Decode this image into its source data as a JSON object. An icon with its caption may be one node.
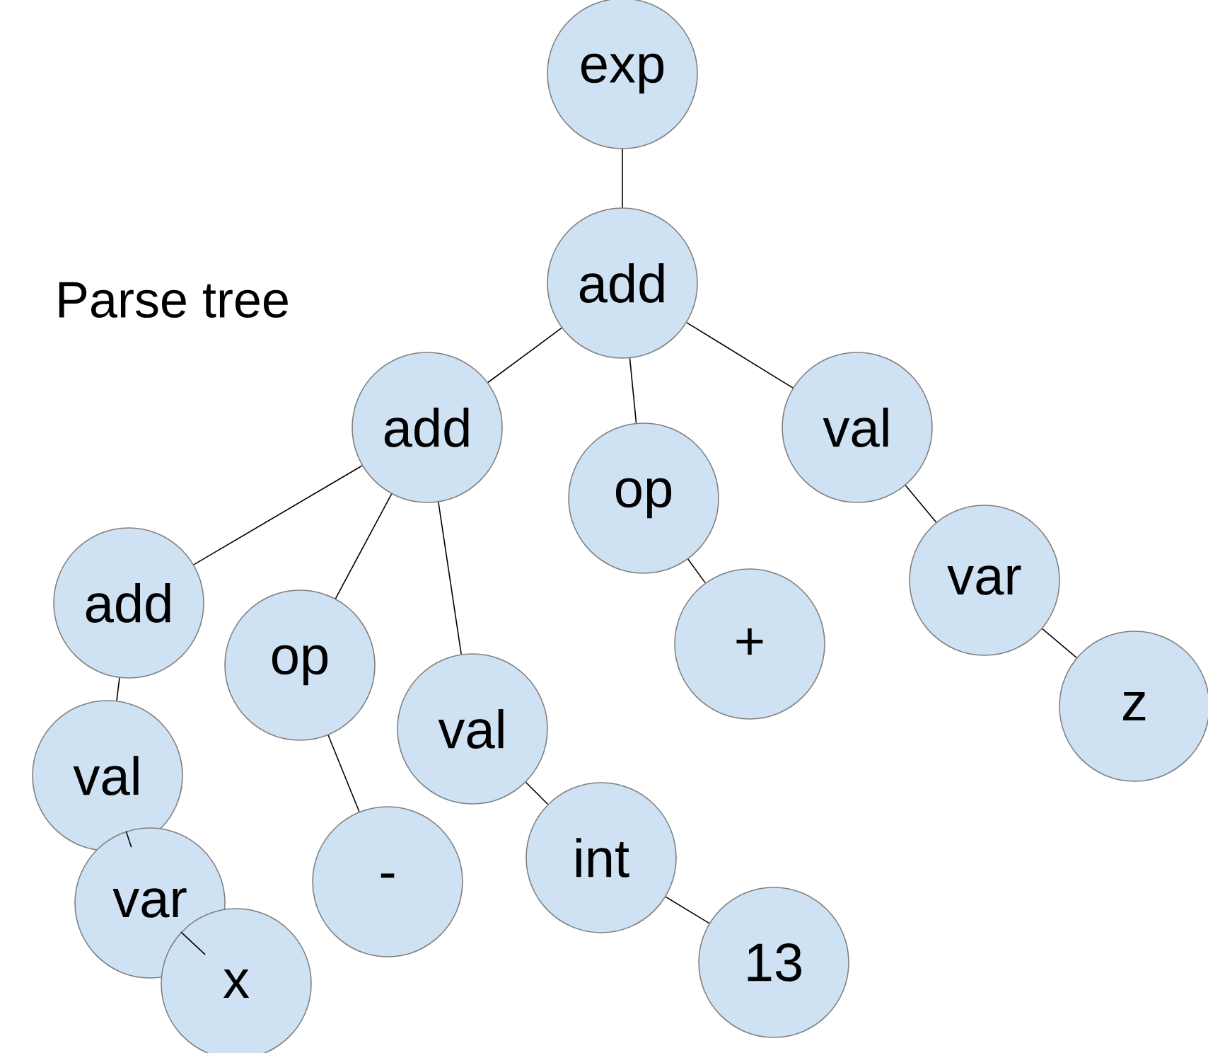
{
  "diagram": {
    "title": "Parse tree",
    "nodes": [
      {
        "text": [
          "exp"
        ]
      },
      {
        "text": [
          "add"
        ]
      },
      {
        "text": [
          "add"
        ]
      },
      {
        "text": [
          "op"
        ]
      },
      {
        "text": [
          "val"
        ]
      },
      {
        "text": [
          "add"
        ]
      },
      {
        "text": [
          "op"
        ]
      },
      {
        "text": [
          "val"
        ]
      },
      {
        "text": [
          "+"
        ]
      },
      {
        "text": [
          "var"
        ]
      },
      {
        "text": [
          "val"
        ]
      },
      {
        "text": [
          "-"
        ]
      },
      {
        "text": [
          "int"
        ]
      },
      {
        "text": [
          "z"
        ]
      },
      {
        "text": [
          "var"
        ]
      },
      {
        "text": [
          "x"
        ]
      },
      {
        "text": [
          "13"
        ]
      }
    ],
    "edges": [
      {
        "from": 0,
        "to": 1,
        "arrow": "none"
      },
      {
        "from": 1,
        "to": 2,
        "arrow": "none"
      },
      {
        "from": 1,
        "to": 3,
        "arrow": "none"
      },
      {
        "from": 1,
        "to": 4,
        "arrow": "none"
      },
      {
        "from": 2,
        "to": 5,
        "arrow": "none"
      },
      {
        "from": 2,
        "to": 6,
        "arrow": "none"
      },
      {
        "from": 2,
        "to": 7,
        "arrow": "none"
      },
      {
        "from": 3,
        "to": 8,
        "arrow": "none"
      },
      {
        "from": 4,
        "to": 9,
        "arrow": "none"
      },
      {
        "from": 5,
        "to": 10,
        "arrow": "none"
      },
      {
        "from": 6,
        "to": 11,
        "arrow": "none"
      },
      {
        "from": 7,
        "to": 12,
        "arrow": "none"
      },
      {
        "from": 9,
        "to": 13,
        "arrow": "none"
      },
      {
        "from": 10,
        "to": 14,
        "arrow": "none"
      },
      {
        "from": 14,
        "to": 15,
        "arrow": "none"
      },
      {
        "from": 12,
        "to": 16,
        "arrow": "none"
      }
    ]
  }
}
